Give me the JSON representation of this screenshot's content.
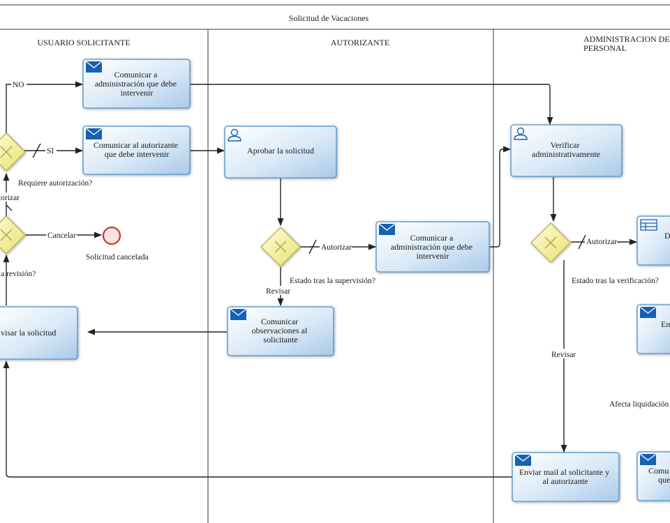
{
  "pool_title": "Solicitud de Vacaciones",
  "lanes": [
    "USUARIO SOLICITANTE",
    "AUTORIZANTE",
    "ADMINISTRACION DE",
    "PERSONAL"
  ],
  "tasks": {
    "comunicar_admin_1": [
      "Comunicar a",
      "administración que debe",
      "intervenir"
    ],
    "comunicar_autorizante": [
      "Comunicar al autorizante",
      "que debe intervenir"
    ],
    "aprobar": [
      "Aprobar la solicitud"
    ],
    "comunicar_admin_2": [
      "Comunicar a",
      "administración que debe",
      "intervenir"
    ],
    "comunicar_observaciones": [
      "Comunicar",
      "observaciones al",
      "solicitante"
    ],
    "revisar": [
      "visar la solicitud"
    ],
    "verificar": [
      "Verificar",
      "administrativamente"
    ],
    "d_partial": [
      "D"
    ],
    "en_partial": [
      "En"
    ],
    "enviar_mail": [
      "Enviar mail al solicitante y",
      "al autorizante"
    ],
    "comu_partial": [
      "Comu",
      "que"
    ]
  },
  "gateways": {
    "requiere": "Requiere autorización?",
    "revision": "la revisión?",
    "supervision": "Estado tras la supervisión?",
    "verificacion": "Estado tras la verificación?"
  },
  "edge_labels": {
    "no": "NO",
    "si": "SI",
    "autorizar_partial": "torizar",
    "cancelar": "Cancelar",
    "autorizar_1": "Autorizar",
    "revisar_1": "Revisar",
    "autorizar_2": "Autorizar",
    "revisar_2": "Revisar",
    "afecta": "Afecta liquidación"
  },
  "end_event": "Solicitud cancelada"
}
